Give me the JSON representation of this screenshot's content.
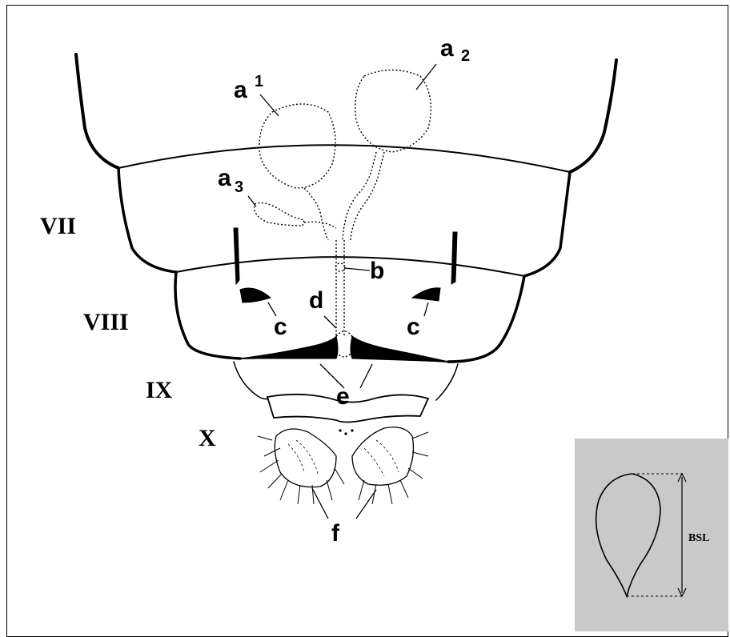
{
  "figure": {
    "segment_labels": [
      "VII",
      "VIII",
      "IX",
      "X"
    ],
    "structure_labels": {
      "a1": {
        "base": "a",
        "sub": "1"
      },
      "a2": {
        "base": "a",
        "sub": "2"
      },
      "a3": {
        "base": "a",
        "sub": "3"
      },
      "b": "b",
      "c_left": "c",
      "c_right": "c",
      "d": "d",
      "e": "e",
      "f": "f"
    },
    "inset": {
      "background": "#c9c9c9",
      "measure_label": "BSL"
    }
  }
}
